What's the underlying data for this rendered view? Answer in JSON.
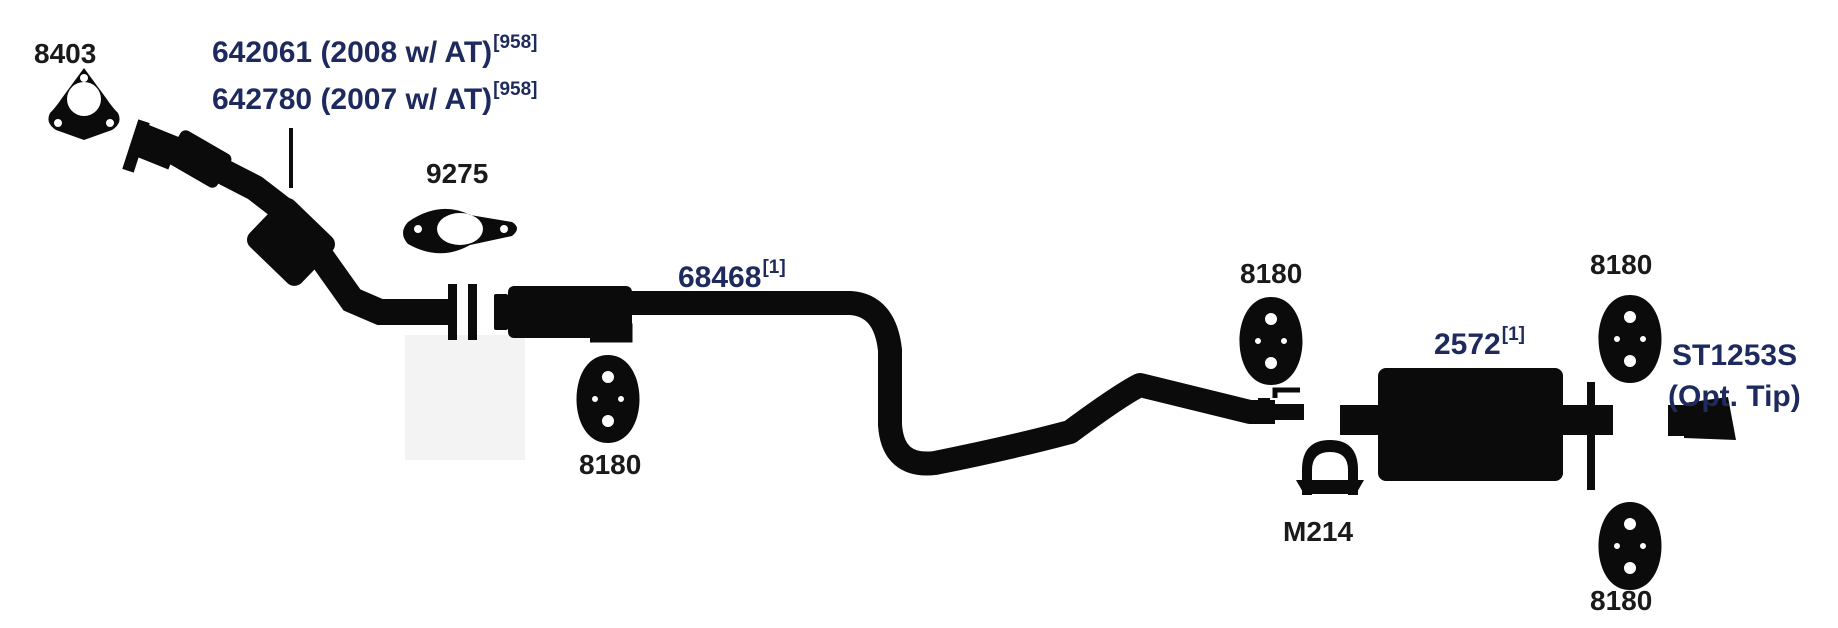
{
  "colors": {
    "part_fill": "#0b0b0b",
    "catalog_text": "#1e2a5e",
    "hardware_text": "#1a1a1a",
    "background": "#ffffff",
    "ghost": "#f3f3f3"
  },
  "labels": {
    "flange_gasket_3bolt": "8403",
    "converter_part_1": "642061 (2008 w/ AT)",
    "converter_part_1_ref": "[958]",
    "converter_part_2": "642780 (2007 w/ AT)",
    "converter_part_2_ref": "[958]",
    "flange_gasket_2bolt": "9275",
    "intermediate_pipe": "68468",
    "intermediate_pipe_ref": "[1]",
    "hanger_front_lower": "8180",
    "hanger_mid_upper": "8180",
    "clamp": "M214",
    "muffler": "2572",
    "muffler_ref": "[1]",
    "hanger_rear_upper": "8180",
    "hanger_rear_lower": "8180",
    "tip_part": "ST1253S",
    "tip_note": "(Opt. Tip)"
  }
}
